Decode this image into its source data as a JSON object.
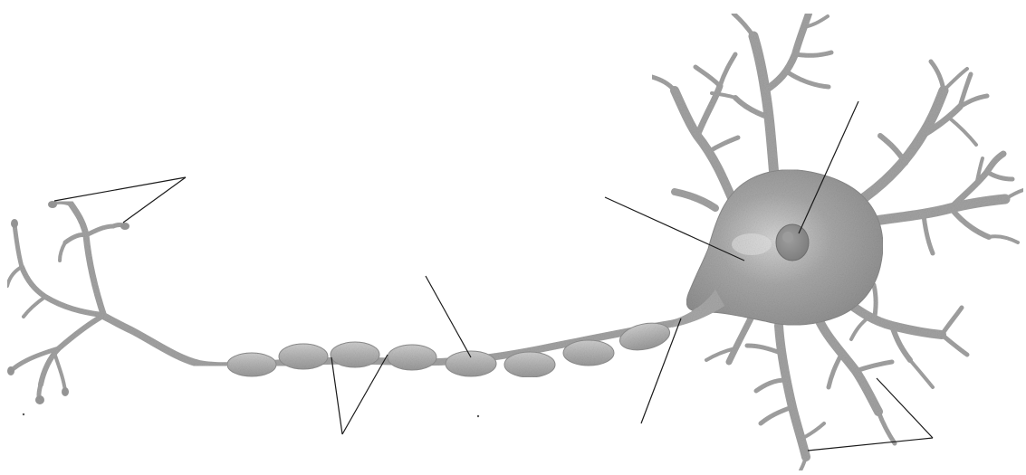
{
  "diagram": {
    "subject": "neuron",
    "parts": [
      {
        "name": "dendrites"
      },
      {
        "name": "cell-body"
      },
      {
        "name": "nucleus"
      },
      {
        "name": "axon-hillock"
      },
      {
        "name": "axon"
      },
      {
        "name": "myelin-sheath"
      },
      {
        "name": "nodes-of-ranvier"
      },
      {
        "name": "axon-terminals"
      }
    ],
    "labels": []
  },
  "colors": {
    "background": "#ffffff",
    "tissue": "#a9a9a9",
    "tissue_dark": "#8c8c8c",
    "tissue_light": "#d0d0d0",
    "leader_line": "#1a1a1a"
  }
}
